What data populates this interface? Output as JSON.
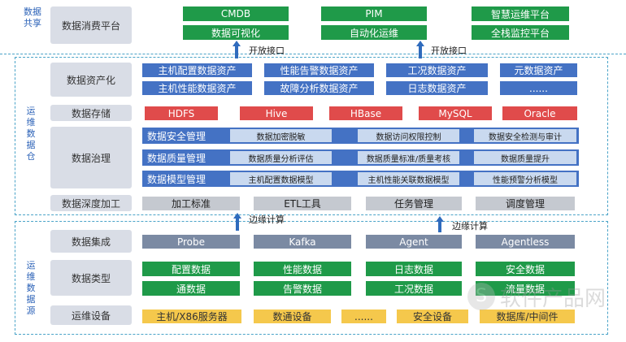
{
  "sections": {
    "share": "数据共享",
    "warehouse": "运维数据仓",
    "source": "运维数据源"
  },
  "rows": {
    "consume": "数据消费平台",
    "assetize": "数据资产化",
    "storage": "数据存储",
    "governance": "数据治理",
    "deep": "数据深度加工",
    "collect": "数据集成",
    "types": "数据类型",
    "devices": "运维设备"
  },
  "consume_items": [
    "CMDB",
    "PIM",
    "智慧运维平台",
    "数据可视化",
    "自动化运维",
    "全栈监控平台"
  ],
  "arrows": {
    "open_api_1": "开放接口",
    "open_api_2": "开放接口",
    "edge_1": "边缘计算",
    "edge_2": "边缘计算"
  },
  "asset_items": [
    "主机配置数据资产",
    "性能告警数据资产",
    "工况数据资产",
    "元数据资产",
    "主机性能数据资产",
    "故障分析数据资产",
    "日志数据资产",
    "......"
  ],
  "storage_items": [
    "HDFS",
    "Hive",
    "HBase",
    "MySQL",
    "Oracle"
  ],
  "governance": [
    {
      "name": "数据安全管理",
      "items": [
        "数据加密脱敏",
        "数据访问权限控制",
        "数据安全检测与审计"
      ]
    },
    {
      "name": "数据质量管理",
      "items": [
        "数据质量分析评估",
        "数据质量标准/质量考核",
        "数据质量提升"
      ]
    },
    {
      "name": "数据模型管理",
      "items": [
        "主机配置数据模型",
        "主机性能关联数据模型",
        "性能预警分析模型"
      ]
    }
  ],
  "deep_items": [
    "加工标准",
    "ETL工具",
    "任务管理",
    "调度管理"
  ],
  "collect_items": [
    "Probe",
    "Kafka",
    "Agent",
    "Agentless"
  ],
  "type_items": [
    "配置数据",
    "性能数据",
    "日志数据",
    "安全数据",
    "通数据",
    "告警数据",
    "工况数据",
    "流量数据"
  ],
  "device_items": [
    "主机/X86服务器",
    "数通设备",
    "......",
    "安全设备",
    "数据库/中间件"
  ],
  "watermark": "软件产品网",
  "colors": {
    "green": "#1f9a49",
    "blue": "#4472c4",
    "red": "#e04b4b",
    "dash": "#4aa3c8"
  }
}
